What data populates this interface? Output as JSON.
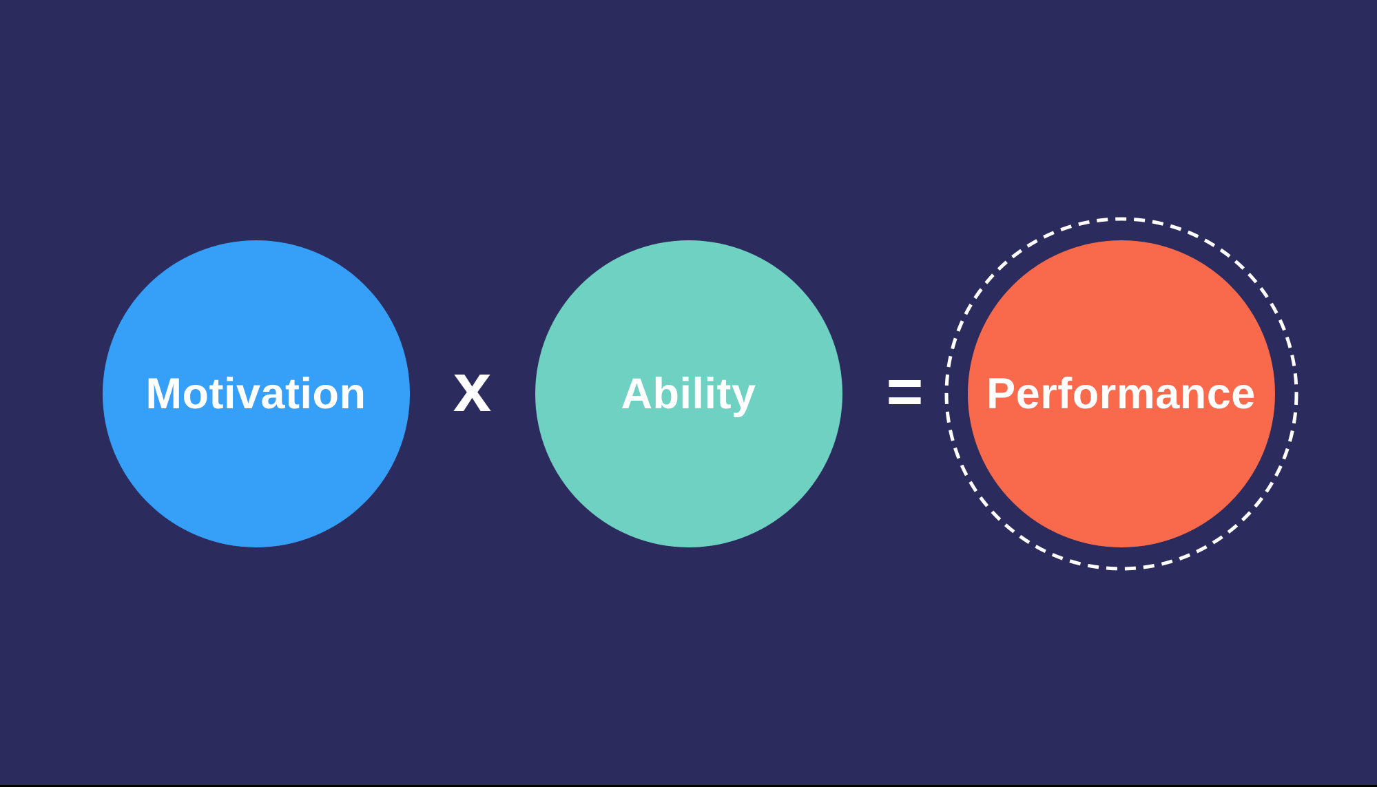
{
  "colors": {
    "background": "#2B2B5D",
    "white": "#FFFFFF",
    "bottom_bar": "#000000"
  },
  "equation": {
    "terms": [
      {
        "id": "motivation",
        "label": "Motivation",
        "color": "#36A0F8",
        "text_color": "#FFFFFF"
      },
      {
        "id": "ability",
        "label": "Ability",
        "color": "#6FD1C2",
        "text_color": "#FFFFFF"
      },
      {
        "id": "performance",
        "label": "Performance",
        "color": "#F9694B",
        "text_color": "#FFFFFF",
        "ring_style": "dashed",
        "ring_color": "#FFFFFF"
      }
    ],
    "operators": [
      {
        "id": "multiply",
        "symbol": "x"
      },
      {
        "id": "equals",
        "symbol": "="
      }
    ]
  }
}
